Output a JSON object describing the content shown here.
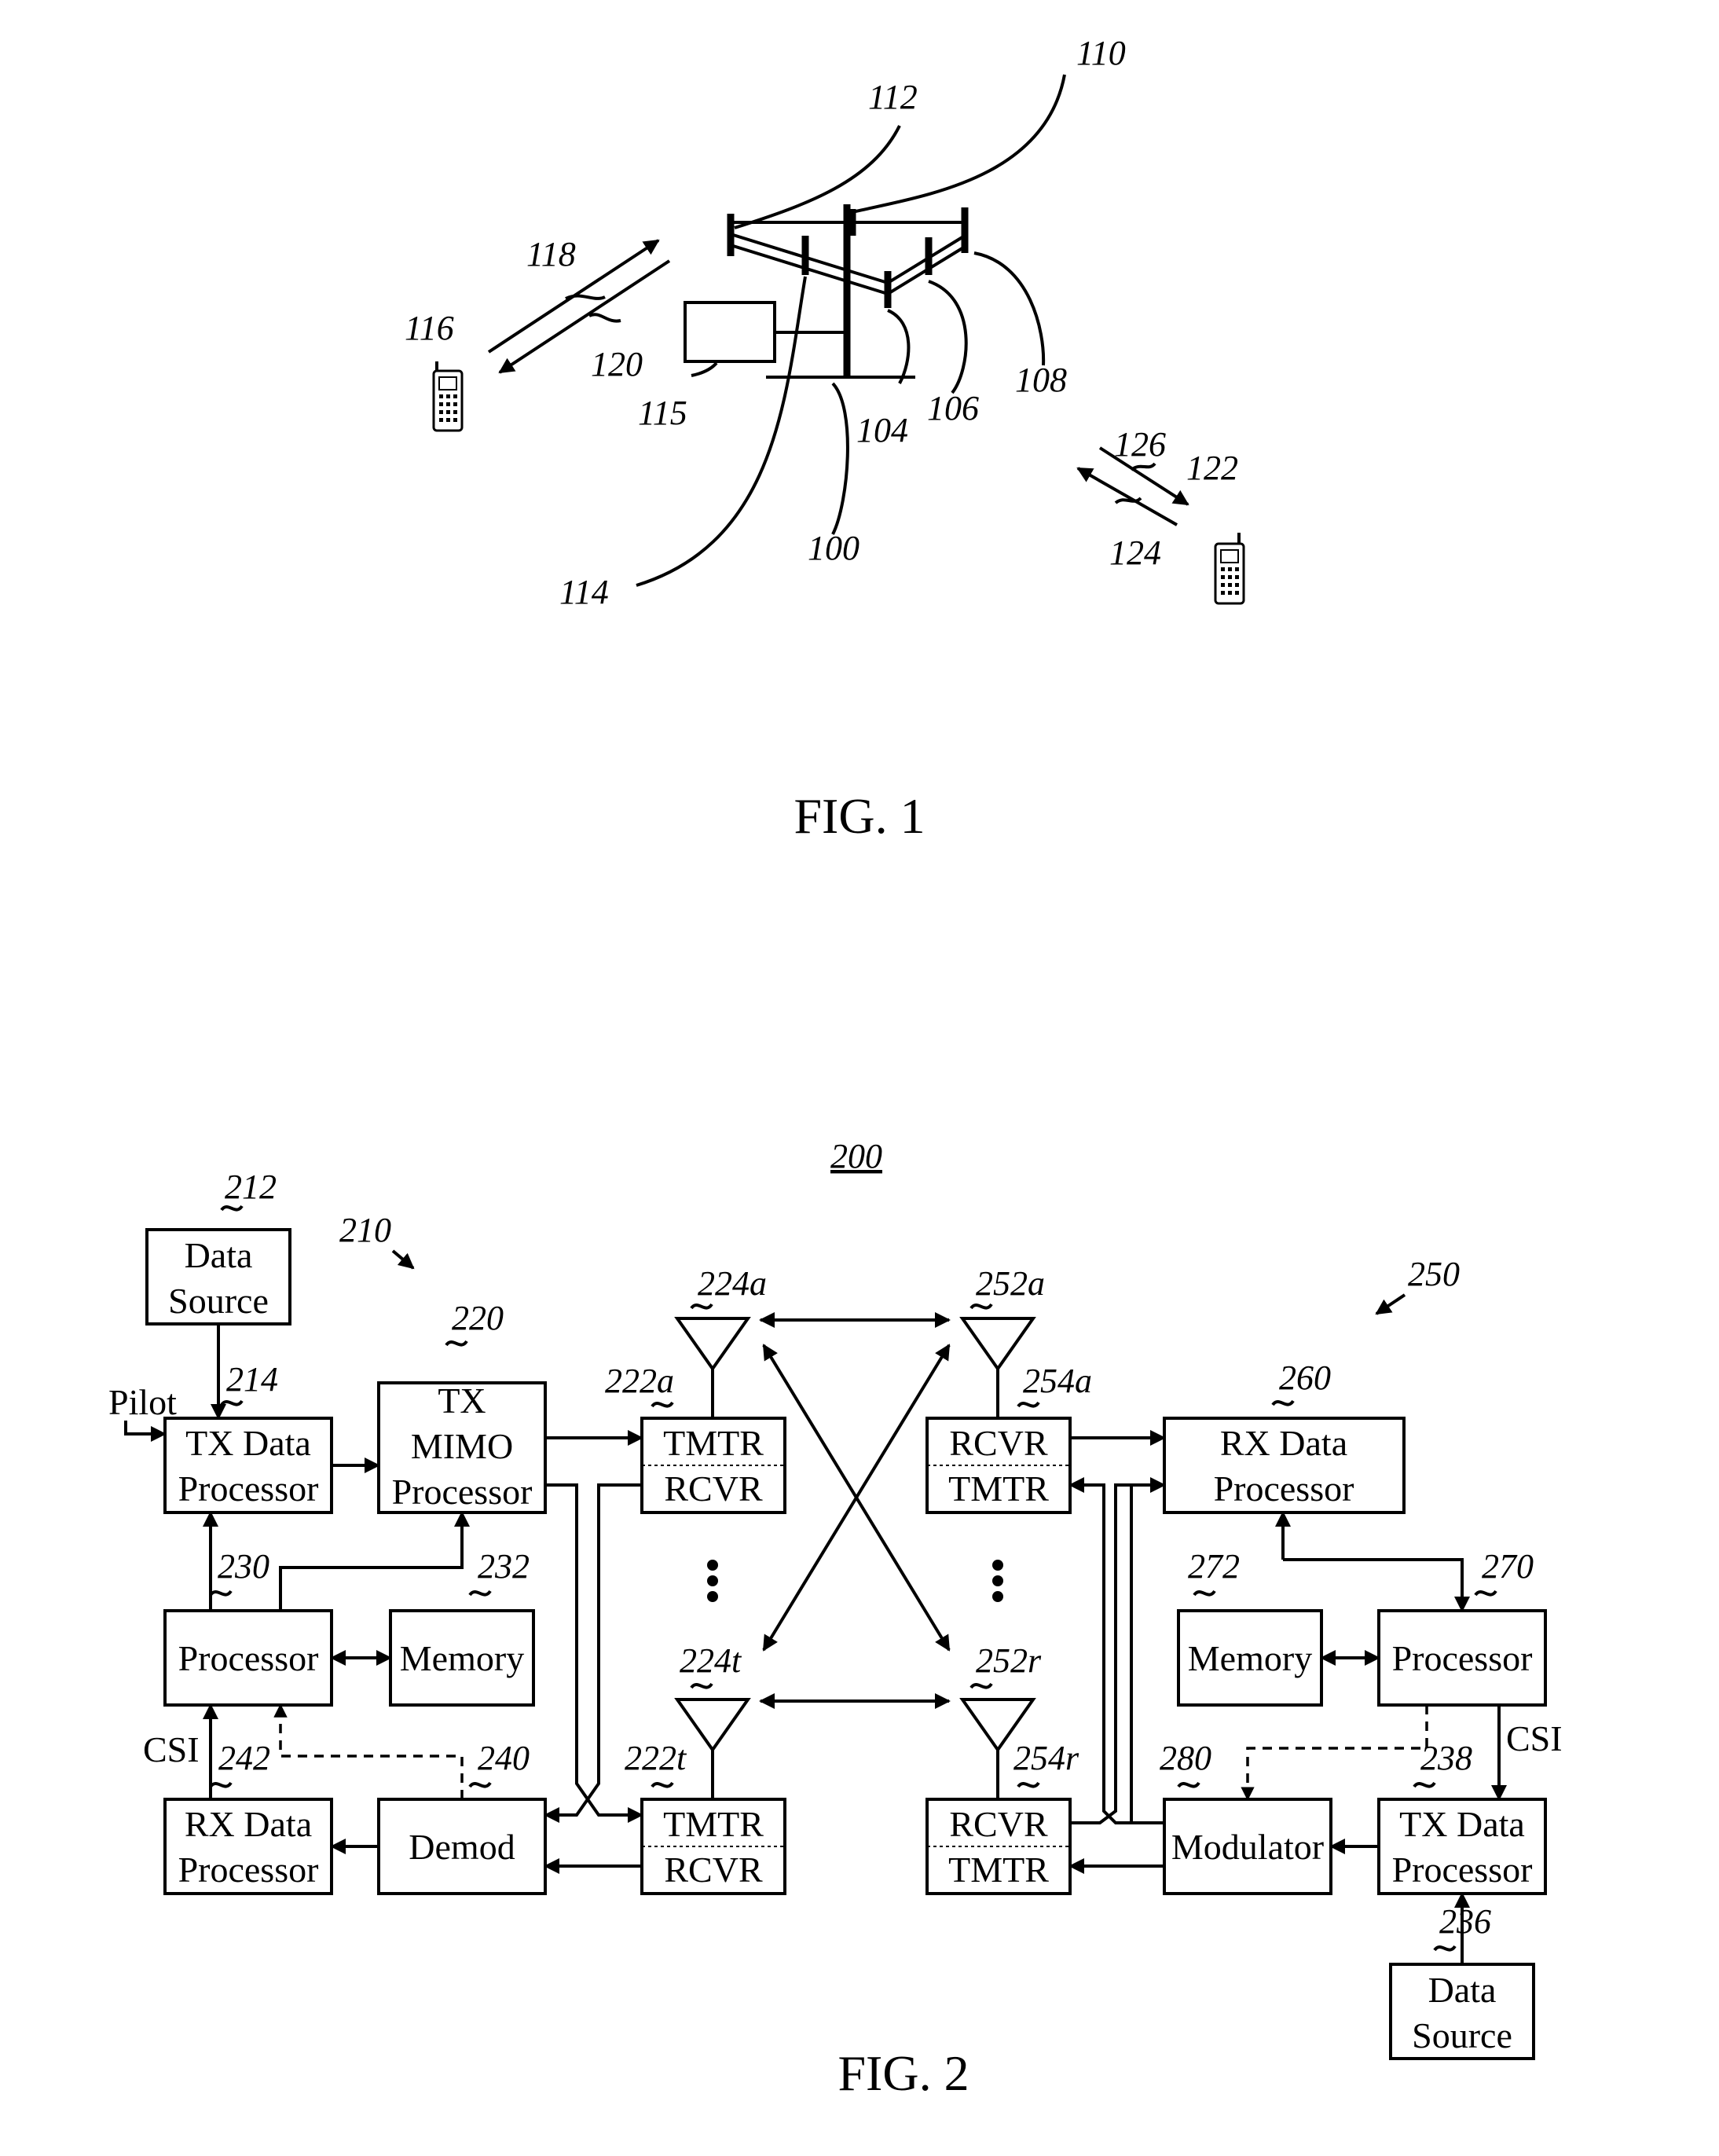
{
  "fig1": {
    "caption": "FIG. 1",
    "refs": {
      "r100": "100",
      "r104": "104",
      "r106": "106",
      "r108": "108",
      "r110": "110",
      "r112": "112",
      "r114": "114",
      "r115": "115",
      "r116": "116",
      "r118": "118",
      "r120": "120",
      "r122": "122",
      "r124": "124",
      "r126": "126"
    }
  },
  "fig2": {
    "caption": "FIG. 2",
    "system_ref": "200",
    "refs": {
      "r210": "210",
      "r212": "212",
      "r214": "214",
      "r220": "220",
      "r222a": "222a",
      "r222t": "222t",
      "r224a": "224a",
      "r224t": "224t",
      "r230": "230",
      "r232": "232",
      "r236": "236",
      "r238": "238",
      "r240": "240",
      "r242": "242",
      "r250": "250",
      "r252a": "252a",
      "r252r": "252r",
      "r254a": "254a",
      "r254r": "254r",
      "r260": "260",
      "r270": "270",
      "r272": "272",
      "r280": "280"
    },
    "labels": {
      "data_source_line1": "Data",
      "data_source_line2": "Source",
      "pilot": "Pilot",
      "tx_data_line1": "TX Data",
      "tx_data_line2": "Processor",
      "tx_mimo_line1": "TX",
      "tx_mimo_line2": "MIMO",
      "tx_mimo_line3": "Processor",
      "tmtr": "TMTR",
      "rcvr": "RCVR",
      "processor": "Processor",
      "memory": "Memory",
      "csi": "CSI",
      "rx_data_line1": "RX Data",
      "rx_data_line2": "Processor",
      "demod": "Demod",
      "modulator": "Modulator"
    }
  }
}
